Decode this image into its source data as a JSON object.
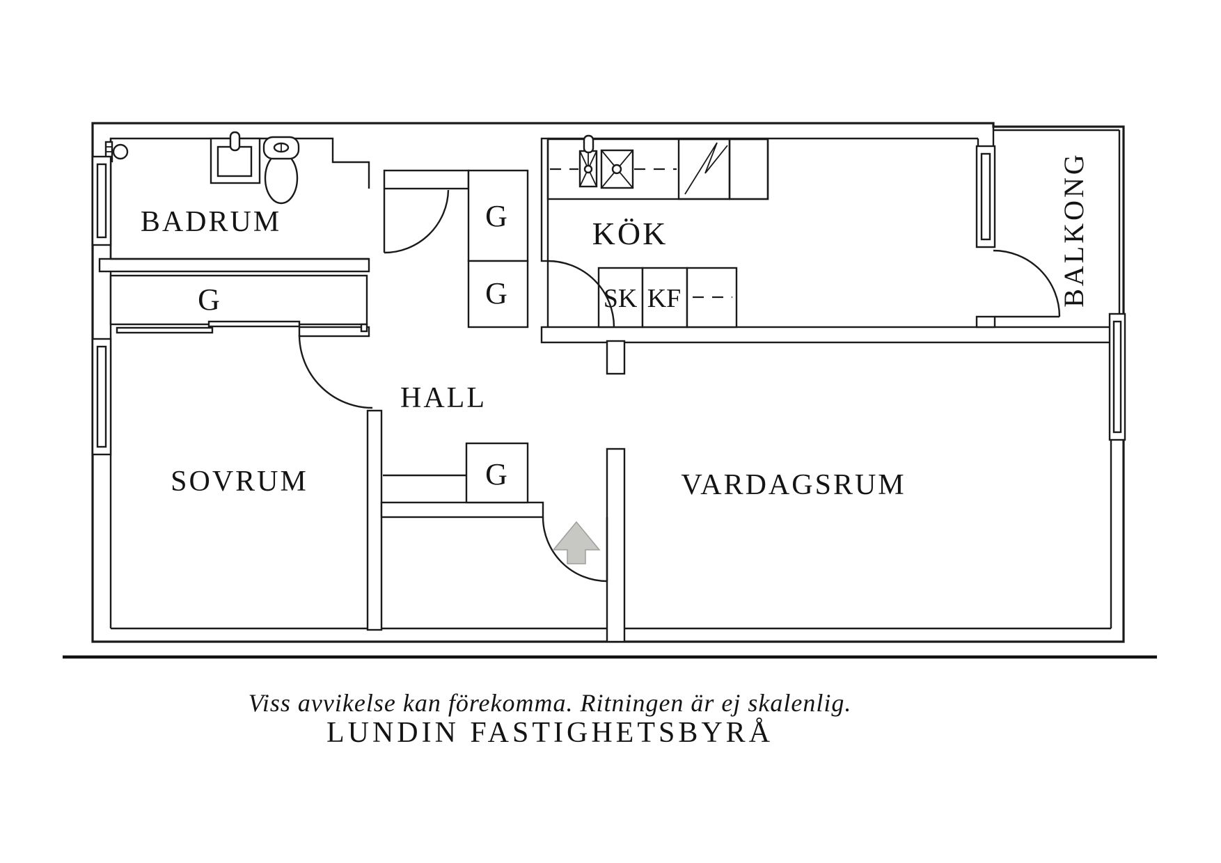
{
  "labels": {
    "bathroom": "BADRUM",
    "kitchen": "KÖK",
    "hall": "HALL",
    "bedroom": "SOVRUM",
    "living_room": "VARDAGSRUM",
    "balcony": "BALKONG",
    "wardrobe_bathroom": "G",
    "wardrobe_column_upper": "G",
    "wardrobe_column_lower": "G",
    "wardrobe_hall": "G",
    "cabinet_sk": "SK",
    "cabinet_kf": "KF"
  },
  "footer": {
    "disclaimer": "Viss avvikelse kan förekomma. Ritningen är ej skalenlig.",
    "agency": "LUNDIN FASTIGHETSBYRÅ"
  },
  "colors": {
    "line": "#1a1a1a",
    "arrow_fill": "#c7c7c4",
    "arrow_stroke": "#9e9e9b"
  }
}
